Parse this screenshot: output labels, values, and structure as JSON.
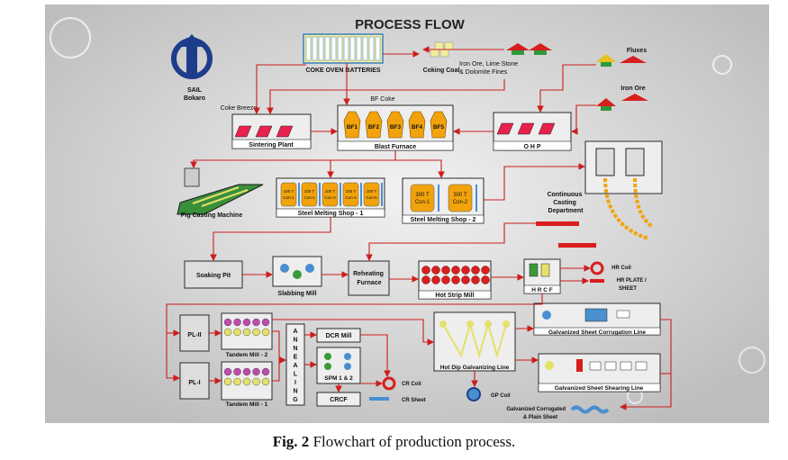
{
  "diagram": {
    "title": "PROCESS FLOW",
    "logo": {
      "name": "SAIL",
      "unit": "Bokaro"
    },
    "colors": {
      "background": "#d8d8d8",
      "box": "#eeeeee",
      "box_border": "#2a2a2a",
      "flow_arrow": "#cc1d1d",
      "battery_fill": "#f3ec9a",
      "battery_border": "#3a7fc4",
      "bf_fill": "#f2a30b",
      "parallelogram_fill": "#e8214d",
      "logo_blue": "#1d3d8c"
    },
    "labels": {
      "coke_oven_batteries": "COKE OVEN BATTERIES",
      "coking_coal": "Coking Coal",
      "fluxes": "Fluxes",
      "iron_ore": "Iron Ore",
      "iron_ore_fines": "Iron Ore, Lime Stone & Dolomite Fines",
      "bf_coke": "BF Coke",
      "coke_breeze": "Coke Breeze",
      "sintering_plant": "Sintering Plant",
      "blast_furnace": "Blast Furnace",
      "ohp": "O H P",
      "pig_casting": "Pig Casting Machine",
      "sms1": "Steel Melting Shop - 1",
      "sms2": "Steel Melting Shop - 2",
      "ccd": "Continuous Casting Department",
      "soaking_pit": "Soaking Pit",
      "slabbing_mill": "Slabbing Mill",
      "reheating_furnace": "Reheating Furnace",
      "hot_strip_mill": "Hot Strip Mill",
      "hrcf": "H R C F",
      "hr_coil": "HR Coil",
      "hr_plate": "HR PLATE / SHEET",
      "pl2": "PL-II",
      "pl1": "PL-I",
      "tandem2": "Tandem Mill - 2",
      "tandem1": "Tandem Mill - 1",
      "annealing": "ANNEALING",
      "dcr_mill": "DCR Mill",
      "spm": "SPM 1 & 2",
      "crcf": "CRCF",
      "cr_coil": "CR Coil",
      "cr_sheet": "CR Sheet",
      "hdgl": "Hot Dip Galvanizing Line",
      "gp_coil": "GP Coil",
      "gscl": "Galvanized Sheet Corrugation Line",
      "gssl": "Galvanized Sheet Shearing Line",
      "galv_corr": "Galvanized Corrugated & Plain Sheet"
    },
    "bf_units": [
      "BF1",
      "BF2",
      "BF3",
      "BF4",
      "BF5"
    ],
    "sms1_converters": [
      "100 T Con-1",
      "100 T Con-2",
      "100 T Con-3",
      "100 T Con-4",
      "100 T Con-5"
    ],
    "sms2_converters": [
      "300 T Con-1",
      "300 T Con-2"
    ]
  },
  "caption": {
    "prefix": "Fig. 2",
    "text": " Flowchart of production process."
  }
}
